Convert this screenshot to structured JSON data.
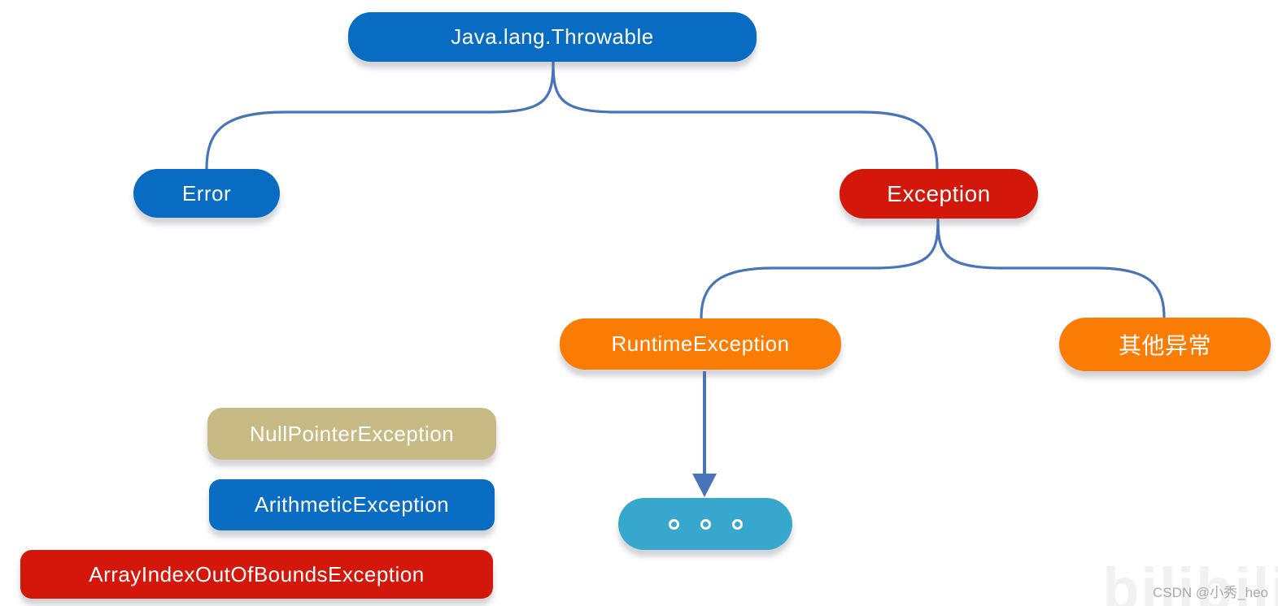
{
  "diagram": {
    "description": "Java exception class hierarchy tree",
    "nodes": {
      "throwable": {
        "label": "Java.lang.Throwable",
        "color": "#096cc3"
      },
      "error": {
        "label": "Error",
        "color": "#096cc3"
      },
      "exception": {
        "label": "Exception",
        "color": "#d3170b"
      },
      "runtime": {
        "label": "RuntimeException",
        "color": "#fb7c05"
      },
      "other": {
        "label": "其他异常",
        "color": "#fb7c05"
      },
      "nullpointer": {
        "label": "NullPointerException",
        "color": "#c7ba84"
      },
      "arithmetic": {
        "label": "ArithmeticException",
        "color": "#0a6dc4"
      },
      "arrayindex": {
        "label": "ArrayIndexOutOfBoundsException",
        "color": "#d3170b"
      },
      "ellipsis": {
        "label": "...",
        "color": "#37a7ce"
      }
    },
    "edges": [
      {
        "from": "throwable",
        "to": "error"
      },
      {
        "from": "throwable",
        "to": "exception"
      },
      {
        "from": "exception",
        "to": "runtime"
      },
      {
        "from": "exception",
        "to": "other"
      },
      {
        "from": "runtime",
        "to": "ellipsis",
        "style": "arrow"
      }
    ],
    "edge_color": "#4a74ba",
    "text_color": "#ffffff",
    "background": "#ffffff"
  },
  "watermark": {
    "csdn": "CSDN @小秀_heo",
    "bilibili": "bilibili"
  }
}
